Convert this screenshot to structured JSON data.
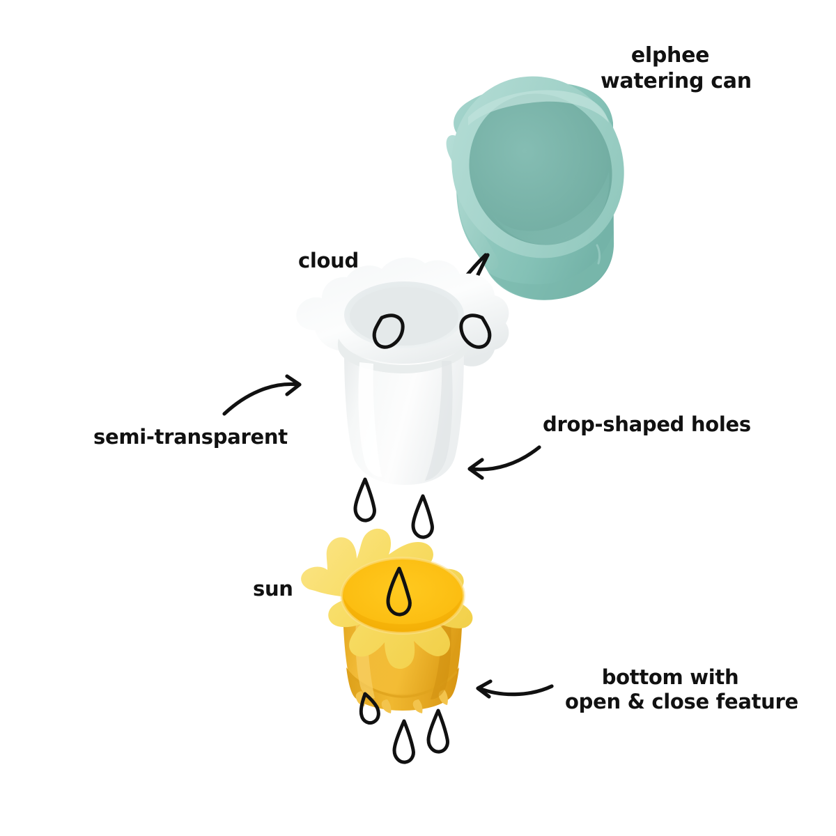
{
  "product": {
    "title_line1": "elphee",
    "title_line2": "watering can",
    "title": "elphee watering can"
  },
  "labels": {
    "cloud": "cloud",
    "semi_transparent": "semi-transparent",
    "drop_shaped_holes": "drop-shaped holes",
    "sun": "sun",
    "bottom_line1": "bottom with",
    "bottom_line2": "open & close feature"
  },
  "colors": {
    "background": "#ffffff",
    "text": "#111111",
    "teal_body": "#86c3b8",
    "teal_light": "#a9d6ce",
    "teal_dark": "#6aa99e",
    "teal_inner": "#7ab5aa",
    "cloud_body": "#f2f4f4",
    "cloud_light": "#fbfcfc",
    "cloud_shadow": "#dfe4e5",
    "sun_ray": "#f7dc5c",
    "sun_ray_light": "#fbe88b",
    "sun_inner": "#ffc21a",
    "sun_inner_dark": "#f5a800",
    "sun_body": "#f0b429",
    "sun_body_dark": "#dc9c16",
    "ink": "#111111"
  },
  "parts": [
    {
      "id": "watering-can",
      "name": "elphee watering can",
      "color": "#86c3b8"
    },
    {
      "id": "cloud-cup",
      "name": "cloud",
      "color": "#f2f4f4"
    },
    {
      "id": "sun-cup",
      "name": "sun",
      "color": "#f0b429"
    }
  ],
  "annotations": [
    {
      "id": "semi-transparent",
      "target": "cloud-cup",
      "arrow": "curved-right"
    },
    {
      "id": "drop-shaped-holes",
      "target": "cloud-cup",
      "arrow": "curved-left"
    },
    {
      "id": "bottom-open-close",
      "target": "sun-cup",
      "arrow": "curved-left"
    }
  ],
  "icons": {
    "water_stream": "water-stream-icon",
    "drop": "water-drop-icon",
    "drop_hole": "drop-shaped-hole-icon",
    "arrow": "curved-arrow-icon"
  }
}
